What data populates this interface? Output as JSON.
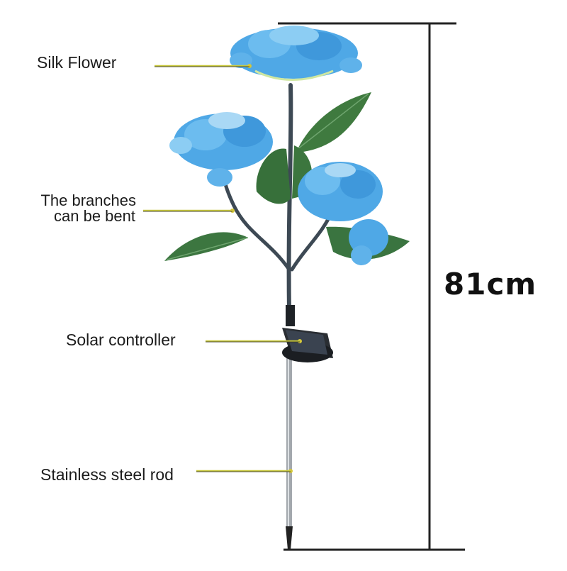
{
  "labels": {
    "silk_flower": "Silk Flower",
    "branches_line1": "The branches",
    "branches_line2": "can be bent",
    "solar_controller": "Solar controller",
    "rod": "Stainless steel rod"
  },
  "dimension": {
    "height": "81cm"
  },
  "colors": {
    "flower": "#4fa8e6",
    "flower_light": "#a9d8f5",
    "leaf": "#3f7a3f",
    "stem": "#3e4a55",
    "callout": "#c8c83c",
    "rod": "#9aa0a6"
  }
}
